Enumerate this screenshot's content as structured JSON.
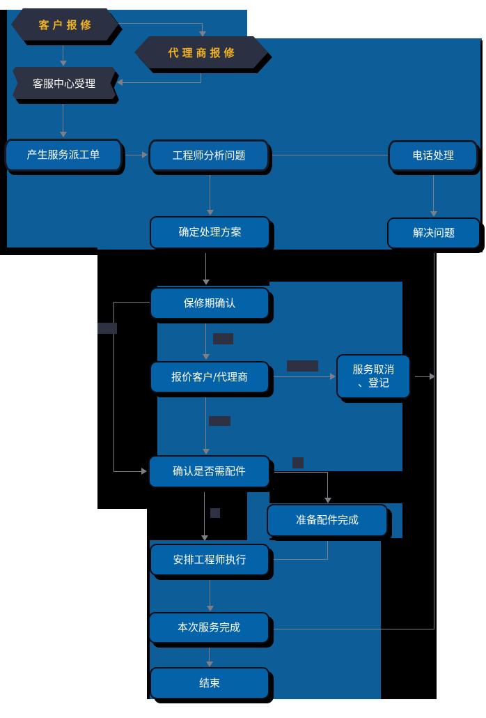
{
  "diagram": {
    "kind": "service-repair-flowchart",
    "nodes": {
      "customer_report": {
        "label": "客户报修"
      },
      "agent_report": {
        "label": "代理商报修"
      },
      "service_center_accept": {
        "label": "客服中心受理"
      },
      "create_dispatch_order": {
        "label": "产生服务派工单"
      },
      "engineer_analyze": {
        "label": "工程师分析问题"
      },
      "phone_handle": {
        "label": "电话处理"
      },
      "determine_solution": {
        "label": "确定处理方案"
      },
      "solve_problem": {
        "label": "解决问题"
      },
      "warranty_confirm": {
        "label": "保修期确认"
      },
      "quote_customer_agent": {
        "label": "报价客户/代理商"
      },
      "service_cancel_register": {
        "line1": "服务取消",
        "line2": "、登记"
      },
      "confirm_parts_needed": {
        "label": "确认是否需配件"
      },
      "parts_ready": {
        "label": "准备配件完成"
      },
      "assign_engineer": {
        "label": "安排工程师执行"
      },
      "service_complete": {
        "label": "本次服务完成"
      },
      "end": {
        "label": "结束"
      }
    },
    "edges": [
      "customer_report -> agent_report",
      "customer_report -> service_center_accept",
      "agent_report -> service_center_accept",
      "service_center_accept -> create_dispatch_order",
      "create_dispatch_order -> engineer_analyze",
      "engineer_analyze -> phone_handle",
      "engineer_analyze -> determine_solution",
      "phone_handle -> solve_problem",
      "determine_solution -> warranty_confirm",
      "warranty_confirm -> quote_customer_agent",
      "warranty_confirm -> confirm_parts_needed",
      "quote_customer_agent -> confirm_parts_needed",
      "quote_customer_agent -> service_cancel_register",
      "service_cancel_register -> merge_line",
      "confirm_parts_needed -> parts_ready",
      "confirm_parts_needed -> assign_engineer",
      "parts_ready -> assign_engineer",
      "assign_engineer -> service_complete",
      "solve_problem -> service_complete",
      "service_complete -> end"
    ],
    "colors": {
      "canvas_blue": "#0d5d99",
      "panel_black": "#000000",
      "node_blue": "#0463a8",
      "node_dark_navy": "#2b3042",
      "decision_label_fill": "#2d3142",
      "accent_gold": "#efb226",
      "connector_gray": "#7f7f85",
      "text_white": "#ffffff"
    }
  }
}
